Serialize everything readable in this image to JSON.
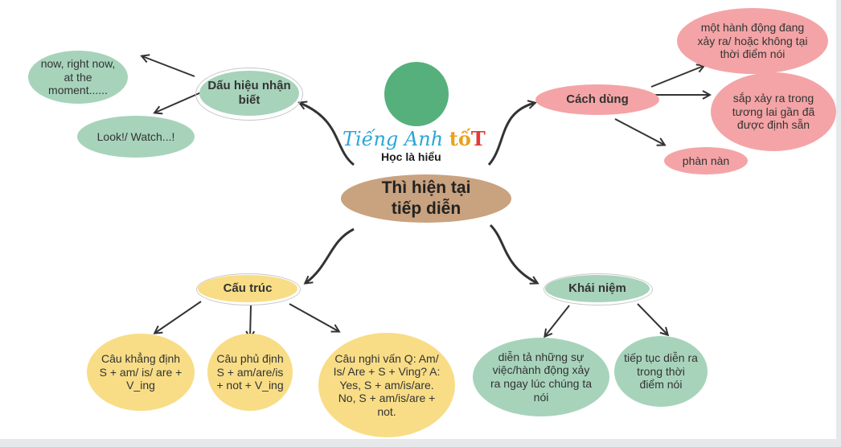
{
  "center": {
    "line1": "Thì hiện tại",
    "line2": "tiếp diễn"
  },
  "logo": {
    "brand_part1": "Tiếng Anh",
    "brand_part2": "tố",
    "brand_part3": "T",
    "slogan": "Học là hiểu",
    "icon": "graduation-cap-icon"
  },
  "dau_hieu": {
    "title": "Dấu hiệu nhận biết",
    "items": [
      "now, right now, at the moment......",
      "Look!/ Watch...!"
    ]
  },
  "cach_dung": {
    "title": "Cách dùng",
    "items": [
      "một hành động đang xảy ra/ hoặc không tại thời điểm nói",
      "sắp xảy ra trong tương lai gần đã được định sẵn",
      "phàn nàn"
    ]
  },
  "cau_truc": {
    "title": "Cấu trúc",
    "items": [
      "Câu khẳng định S + am/ is/ are + V_ing",
      "Câu phủ định S + am/are/is + not + V_ing",
      "Câu nghi vấn Q: Am/ Is/ Are + S + Ving? A: Yes, S + am/is/are. No, S + am/is/are + not."
    ]
  },
  "khai_niem": {
    "title": "Khái niệm",
    "items": [
      "diễn tả những sự việc/hành động xảy ra ngay lúc chúng ta nói",
      "tiếp tục diễn ra trong thời điểm nói"
    ]
  },
  "colors": {
    "green": "#a7d3bb",
    "pink": "#f4a4a6",
    "yellow": "#f8dd86",
    "brown": "#c9a27f",
    "arrow": "#333333"
  }
}
